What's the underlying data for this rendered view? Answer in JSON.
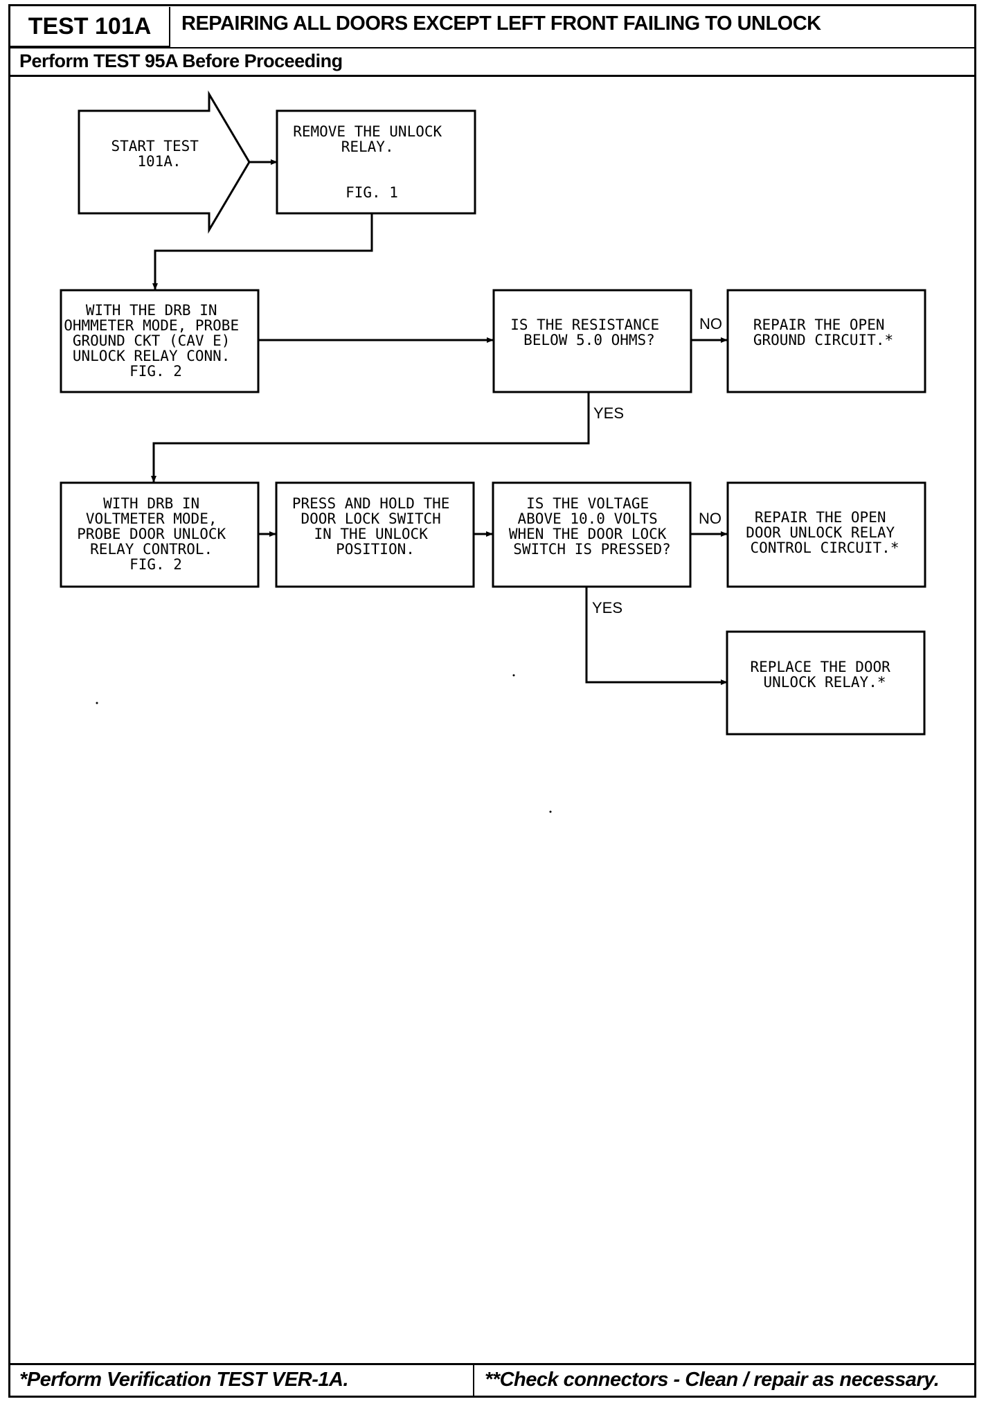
{
  "header": {
    "test_id": "TEST 101A",
    "title": "REPAIRING ALL DOORS EXCEPT LEFT FRONT FAILING TO UNLOCK",
    "subtitle": "Perform TEST 95A Before Proceeding"
  },
  "footer": {
    "left_note": "*Perform Verification TEST VER-1A.",
    "right_note": "**Check connectors - Clean / repair as necessary."
  },
  "flowchart": {
    "start": [
      "START TEST",
      "101A."
    ],
    "remove_relay": [
      "REMOVE THE UNLOCK",
      "RELAY.",
      "",
      "FIG. 1"
    ],
    "ohmmeter": [
      "WITH THE DRB IN",
      "OHMMETER MODE, PROBE",
      "GROUND CKT (CAV E)",
      "UNLOCK RELAY CONN.",
      "FIG. 2"
    ],
    "resistance_q": [
      "IS THE RESISTANCE",
      "BELOW 5.0 OHMS?"
    ],
    "repair_ground": [
      "REPAIR THE OPEN",
      "GROUND CIRCUIT.*"
    ],
    "voltmeter": [
      "WITH DRB IN",
      "VOLTMETER MODE,",
      "PROBE DOOR UNLOCK",
      "RELAY CONTROL.",
      "FIG. 2"
    ],
    "press_hold": [
      "PRESS AND HOLD THE",
      "DOOR LOCK SWITCH",
      "IN THE UNLOCK",
      "POSITION."
    ],
    "voltage_q": [
      "IS THE VOLTAGE",
      "ABOVE 10.0 VOLTS",
      "WHEN THE DOOR LOCK",
      "SWITCH IS PRESSED?"
    ],
    "repair_control": [
      "REPAIR THE OPEN",
      "DOOR UNLOCK RELAY",
      "CONTROL CIRCUIT.*"
    ],
    "replace_relay": [
      "REPLACE THE DOOR",
      "UNLOCK RELAY.*"
    ],
    "labels": {
      "no1": "NO",
      "yes1": "YES",
      "no2": "NO",
      "yes2": "YES"
    }
  }
}
